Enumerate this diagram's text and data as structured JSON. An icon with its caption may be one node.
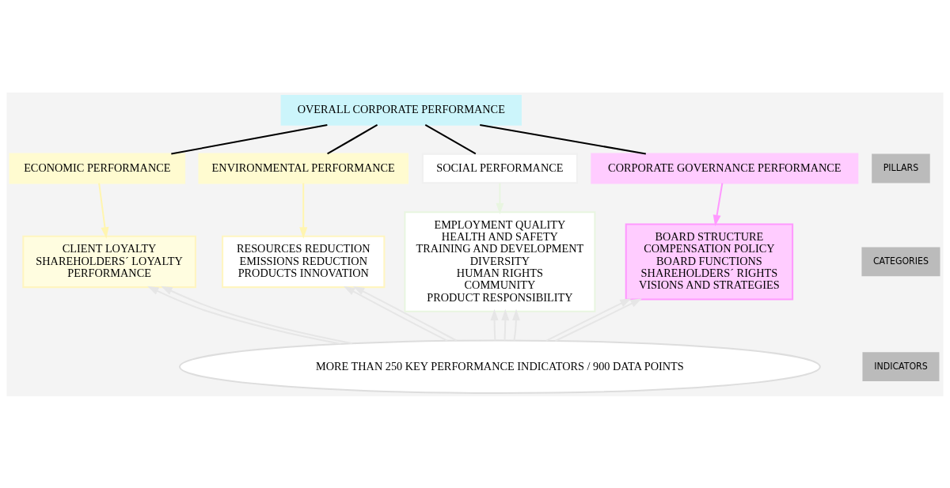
{
  "diagram": {
    "nodes": [
      {
        "text": [
          "OVERALL CORPORATE PERFORMANCE"
        ]
      },
      {
        "text": [
          "ECONOMIC PERFORMANCE"
        ]
      },
      {
        "text": [
          "ENVIRONMENTAL PERFORMANCE"
        ]
      },
      {
        "text": [
          "SOCIAL PERFORMANCE"
        ]
      },
      {
        "text": [
          "CORPORATE GOVERNANCE PERFORMANCE"
        ]
      },
      {
        "text": [
          "CLIENT LOYALTY",
          "SHAREHOLDERS´ LOYALTY",
          "PERFORMANCE"
        ]
      },
      {
        "text": [
          "RESOURCES REDUCTION",
          "EMISSIONS REDUCTION",
          "PRODUCTS INNOVATION"
        ]
      },
      {
        "text": [
          "EMPLOYMENT QUALITY",
          "HEALTH AND SAFETY",
          "TRAINING AND DEVELOPMENT",
          "DIVERSITY",
          "HUMAN RIGHTS",
          "COMMUNITY",
          "PRODUCT RESPONSIBILITY"
        ]
      },
      {
        "text": [
          "BOARD STRUCTURE",
          "COMPENSATION POLICY",
          "BOARD FUNCTIONS",
          "SHAREHOLDERS´ RIGHTS",
          "VISIONS AND STRATEGIES"
        ]
      },
      {
        "text": [
          "MORE THAN 250 KEY PERFORMANCE INDICATORS / 900 DATA POINTS"
        ]
      }
    ],
    "edges": [
      {
        "from": 0,
        "to": 1,
        "arrow": "none",
        "color": "#000000"
      },
      {
        "from": 0,
        "to": 2,
        "arrow": "none",
        "color": "#000000"
      },
      {
        "from": 0,
        "to": 3,
        "arrow": "none",
        "color": "#000000"
      },
      {
        "from": 0,
        "to": 4,
        "arrow": "none",
        "color": "#000000"
      },
      {
        "from": 1,
        "to": 5,
        "arrow": "to",
        "color": "#fff5b0"
      },
      {
        "from": 2,
        "to": 6,
        "arrow": "to",
        "color": "#fff5b0"
      },
      {
        "from": 3,
        "to": 7,
        "arrow": "to",
        "color": "#e8f5e0"
      },
      {
        "from": 4,
        "to": 8,
        "arrow": "to",
        "color": "#ff99ff"
      },
      {
        "from": 9,
        "to": 5,
        "arrow": "to",
        "color": "#e6e6e6"
      },
      {
        "from": 9,
        "to": 5,
        "arrow": "to",
        "color": "#e6e6e6"
      },
      {
        "from": 9,
        "to": 6,
        "arrow": "to",
        "color": "#e6e6e6"
      },
      {
        "from": 9,
        "to": 6,
        "arrow": "to",
        "color": "#e6e6e6"
      },
      {
        "from": 9,
        "to": 7,
        "arrow": "to",
        "color": "#e6e6e6"
      },
      {
        "from": 9,
        "to": 7,
        "arrow": "to",
        "color": "#e6e6e6"
      },
      {
        "from": 9,
        "to": 7,
        "arrow": "to",
        "color": "#e6e6e6"
      },
      {
        "from": 9,
        "to": 8,
        "arrow": "to",
        "color": "#e6e6e6"
      },
      {
        "from": 9,
        "to": 8,
        "arrow": "to",
        "color": "#e6e6e6"
      }
    ],
    "labels": [
      "PILLARS",
      "CATEGORIES",
      "INDICATORS"
    ]
  }
}
